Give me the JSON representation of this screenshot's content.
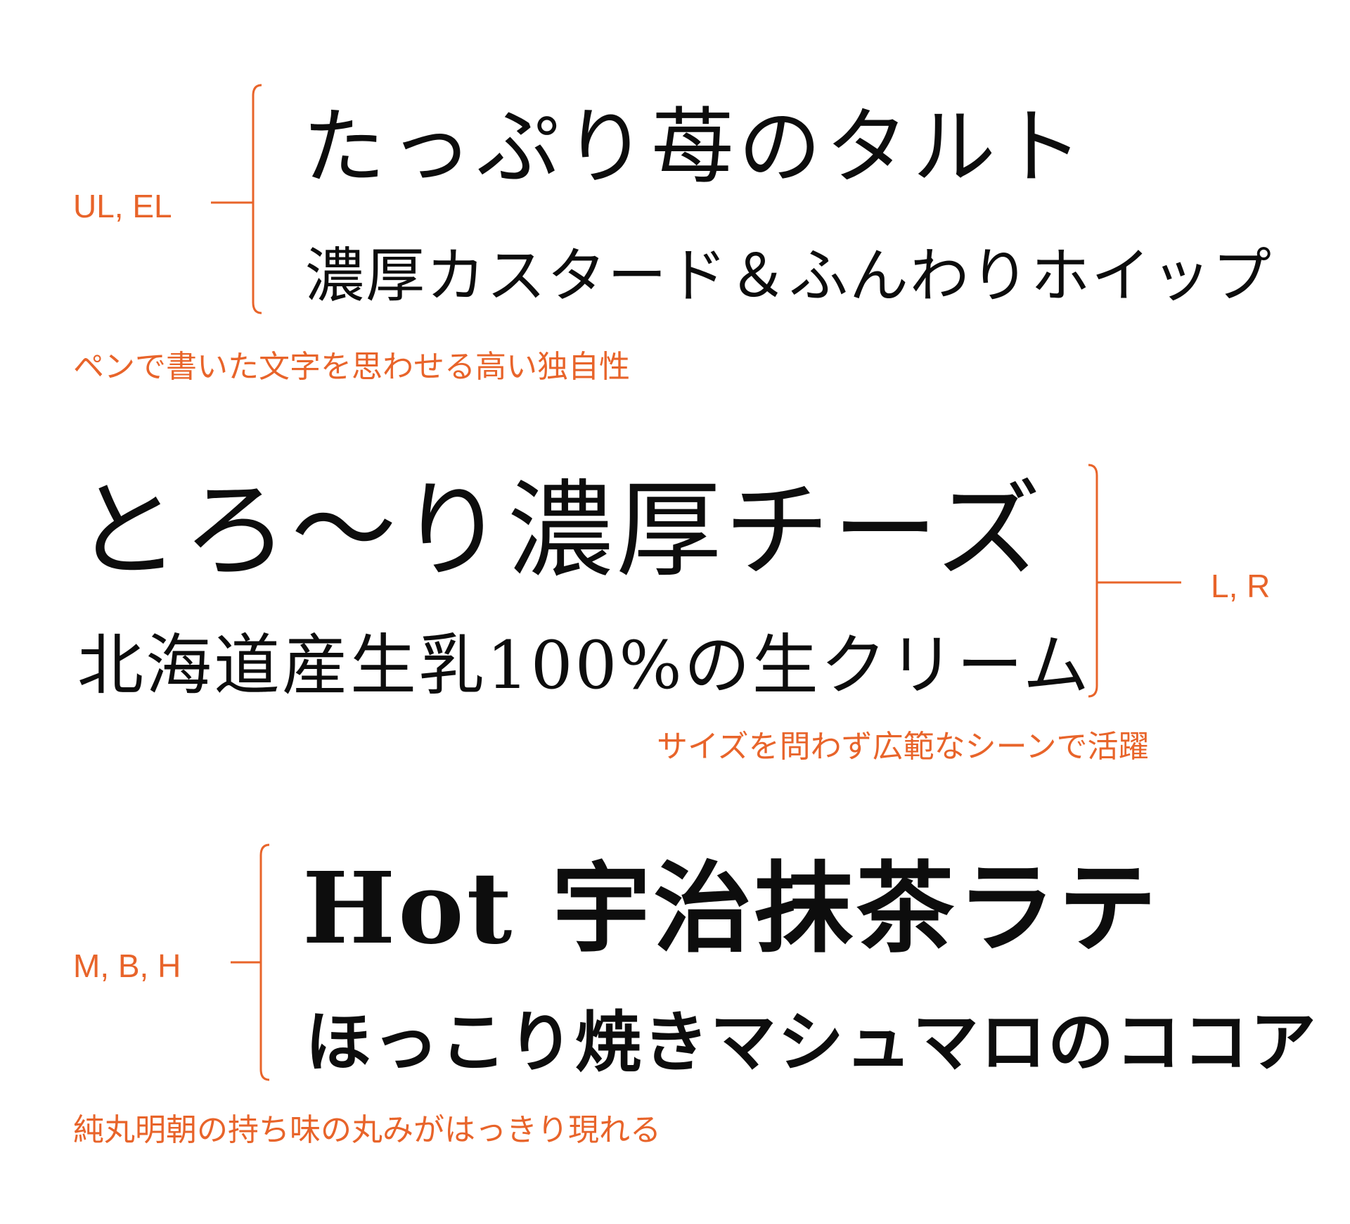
{
  "accent_color": "#e8642a",
  "text_color": "#0d0d0d",
  "sections": [
    {
      "weights_label": "UL, EL",
      "main_text": "たっぷり苺のタルト",
      "sub_text": "濃厚カスタード＆ふんわりホイップ",
      "caption": "ペンで書いた文字を思わせる高い独自性"
    },
    {
      "weights_label": "L, R",
      "main_text": "とろ〜り濃厚チーズ",
      "sub_text": "北海道産生乳100%の生クリーム",
      "caption": "サイズを問わず広範なシーンで活躍"
    },
    {
      "weights_label": "M, B, H",
      "main_text": "Hot 宇治抹茶ラテ",
      "sub_text": "ほっこり焼きマシュマロのココア",
      "caption": "純丸明朝の持ち味の丸みがはっきり現れる"
    }
  ]
}
